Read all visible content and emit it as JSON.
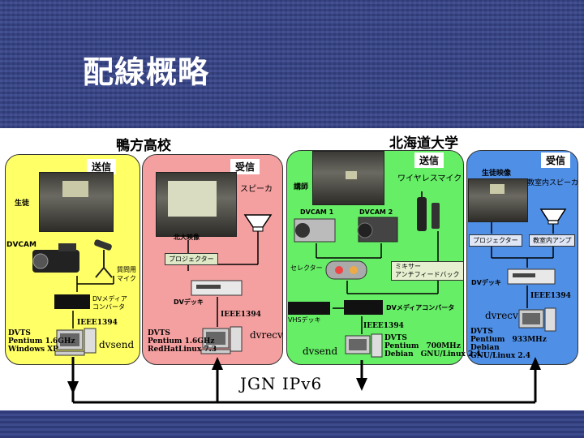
{
  "slide": {
    "title": "配線概略"
  },
  "sites": {
    "kamogata": {
      "name": "鴨方高校",
      "send": {
        "tag": "送信",
        "student": "生徒",
        "dvcam": "DVCAM",
        "mic_line1": "質問用",
        "mic_line2": "マイク",
        "converter_line1": "DVメディア",
        "converter_line2": "コンバータ",
        "ieee": "IEEE1394",
        "pc": {
          "name": "DVTS",
          "cpu": "Pentium 1.6GHz",
          "os": "Windows XP"
        },
        "app": "dvsend"
      },
      "recv": {
        "tag": "受信",
        "speaker": "スピーカ",
        "video": "北大映像",
        "projector": "プロジェクター",
        "deck": "DVデッキ",
        "ieee": "IEEE1394",
        "pc": {
          "name": "DVTS",
          "cpu": "Pentium 1.6GHz",
          "os": "RedHatLinux 7.3"
        },
        "app": "dvrecv"
      }
    },
    "hokkaido": {
      "name": "北海道大学",
      "send": {
        "tag": "送信",
        "lecturer": "講師",
        "wireless_mic": "ワイヤレスマイク",
        "dvcam1": "DVCAM 1",
        "dvcam2": "DVCAM 2",
        "selector": "セレクター",
        "mixer_line1": "ミキサー",
        "mixer_line2": "アンチフィードバック",
        "vhs": "VHSデッキ",
        "converter": "DVメディアコンバータ",
        "ieee": "IEEE1394",
        "pc": {
          "name": "DVTS",
          "cpu": "Pentium　700MHz",
          "os": "Debian　GNU/Linux 2.4"
        },
        "app": "dvsend"
      },
      "recv": {
        "tag": "受信",
        "student_video": "生徒映像",
        "speaker": "教室内スピーカ",
        "projector": "プロジェクター",
        "amp": "教室内アンプ",
        "deck": "DVデッキ",
        "ieee": "IEEE1394",
        "app": "dvrecv",
        "pc": {
          "name": "DVTS",
          "cpu": "Pentium　933MHz",
          "os1": "Debian",
          "os2": "GNU/Linux 2.4"
        }
      }
    }
  },
  "network": {
    "label": "JGN  IPv6"
  },
  "colors": {
    "yellow": "#ffff66",
    "pink": "#f5a0a0",
    "green": "#66ee66",
    "blue": "#4f8fe6",
    "header": "#34407f"
  }
}
